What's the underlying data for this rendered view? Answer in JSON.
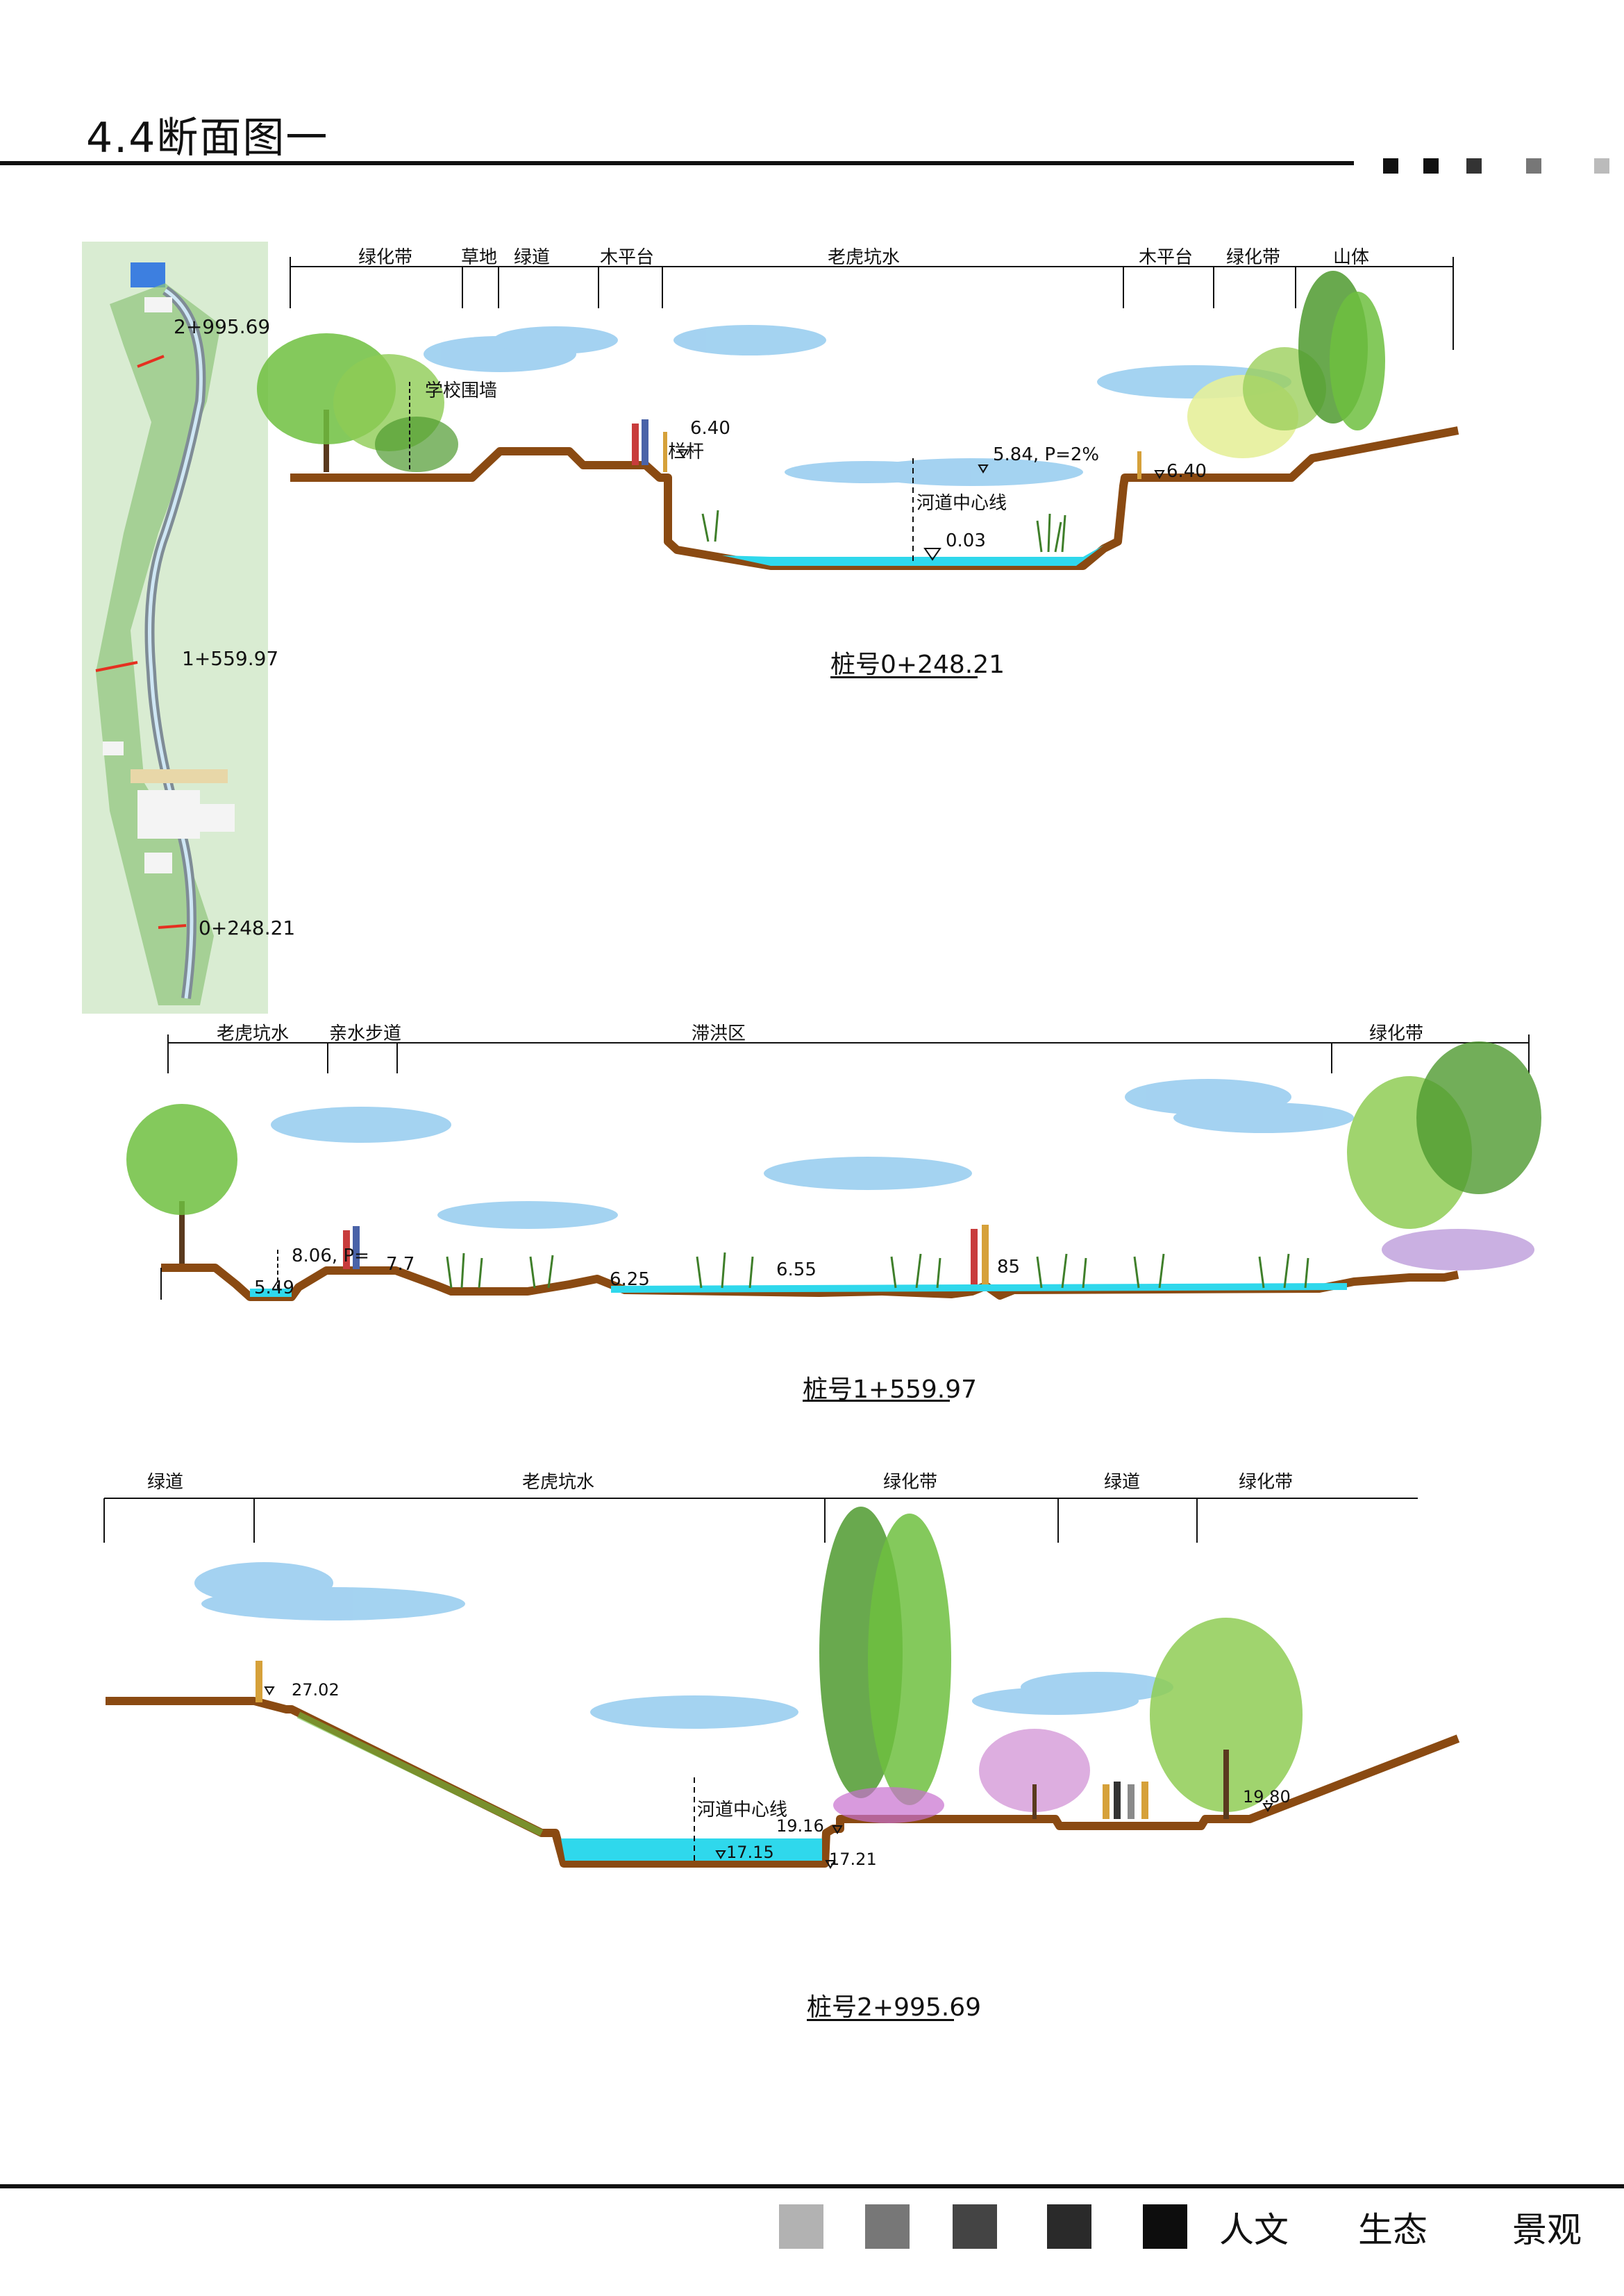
{
  "header": {
    "title": "4.4断面图一",
    "squares": [
      "#111111",
      "#111111",
      "#333333",
      "#777777",
      "#bbbbbb"
    ]
  },
  "key_map": {
    "markers": [
      "2+995.69",
      "1+559.97",
      "0+248.21"
    ]
  },
  "section1": {
    "zones": [
      "绿化带",
      "草地",
      "绿道",
      "木平台",
      "老虎坑水",
      "木平台",
      "绿化带",
      "山体"
    ],
    "annotations": {
      "wall": "学校围墙",
      "rail": "栏杆",
      "elev_left": "6.40",
      "elev_slope": "5.84, P=2%",
      "centerline": "河道中心线",
      "elev_bottom": "0.03",
      "elev_right": "6.40"
    },
    "station": "桩号0+248.21"
  },
  "section2": {
    "zones": [
      "老虎坑水",
      "亲水步道",
      "滞洪区",
      "绿化带"
    ],
    "annotations": {
      "elev_a": "8.06, P=",
      "elev_b": "7.7",
      "elev_c": "5.49",
      "elev_d": "6.25",
      "elev_e": "6.55",
      "elev_f": "85"
    },
    "station": "桩号1+559.97"
  },
  "section3": {
    "zones": [
      "绿道",
      "老虎坑水",
      "绿化带",
      "绿道",
      "绿化带"
    ],
    "annotations": {
      "elev_top_left": "27.02",
      "centerline": "河道中心线",
      "elev_bank": "19.16",
      "elev_water": "17.15",
      "elev_bottom": "17.21",
      "elev_right": "19.80"
    },
    "station": "桩号2+995.69"
  },
  "footer": {
    "squares": [
      "#b2b2b2",
      "#777777",
      "#444444",
      "#2a2a2a",
      "#0d0d0d"
    ],
    "words": [
      "人文",
      "生态",
      "景观"
    ]
  },
  "colors": {
    "ground": "#8a4a12",
    "water": "#2fd8ec",
    "tree": "#6fbf3f",
    "sky": "#5aaee6",
    "map_bg": "#d9ecd2"
  }
}
